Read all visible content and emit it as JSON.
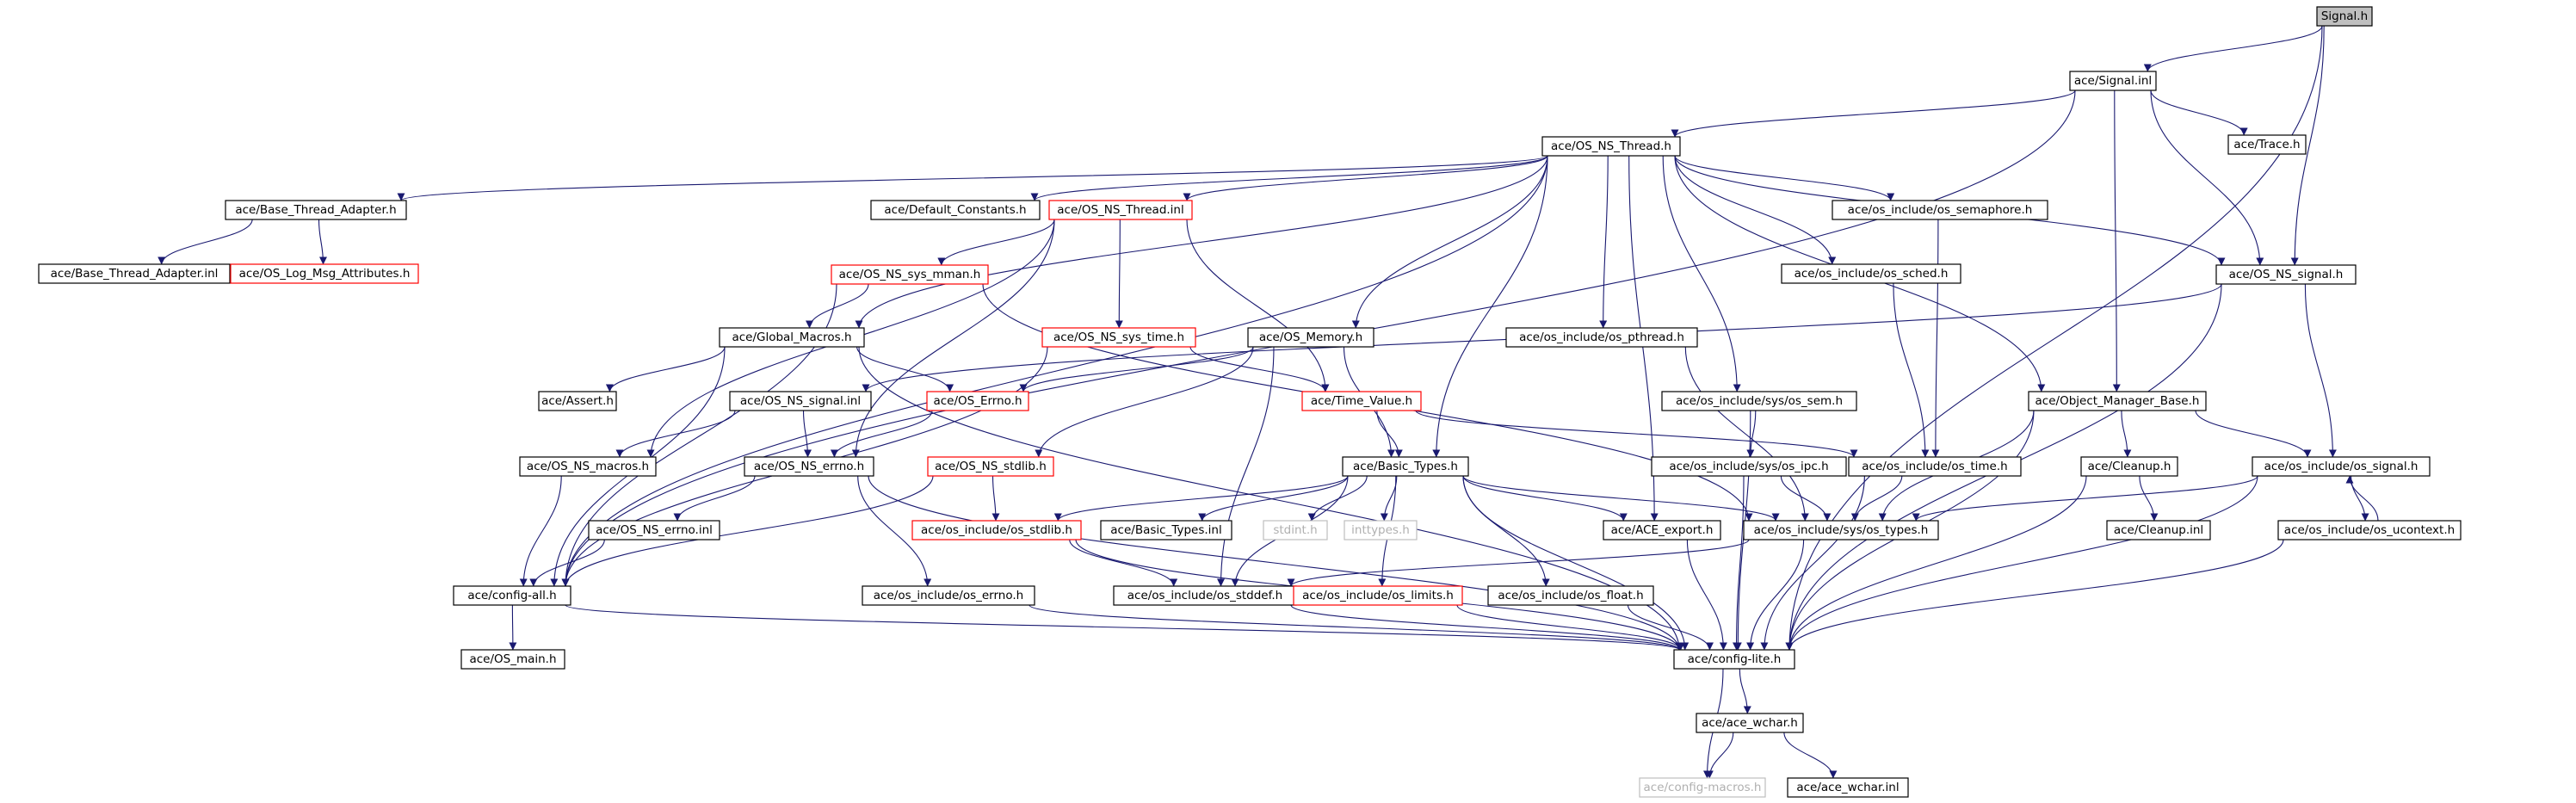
{
  "colors": {
    "edge": "#191970",
    "normal_border": "#000000",
    "documented_incomplete_border": "#ff0000",
    "undocumented_border": "#bfbfbf",
    "root_fill": "#bfbfbf",
    "fill": "#ffffff"
  },
  "nodes": [
    {
      "id": "signal_h",
      "label": "Signal.h",
      "kind": "root"
    },
    {
      "id": "signal_inl",
      "label": "ace/Signal.inl",
      "kind": "normal"
    },
    {
      "id": "os_ns_thread_h",
      "label": "ace/OS_NS_Thread.h",
      "kind": "normal"
    },
    {
      "id": "trace_h",
      "label": "ace/Trace.h",
      "kind": "normal"
    },
    {
      "id": "base_thread_adapter_h",
      "label": "ace/Base_Thread_Adapter.h",
      "kind": "normal"
    },
    {
      "id": "default_constants_h",
      "label": "ace/Default_Constants.h",
      "kind": "normal"
    },
    {
      "id": "os_ns_thread_inl",
      "label": "ace/OS_NS_Thread.inl",
      "kind": "red"
    },
    {
      "id": "os_semaphore_h",
      "label": "ace/os_include/os_semaphore.h",
      "kind": "normal"
    },
    {
      "id": "base_thread_adapter_inl",
      "label": "ace/Base_Thread_Adapter.inl",
      "kind": "normal"
    },
    {
      "id": "os_log_msg_attributes_h",
      "label": "ace/OS_Log_Msg_Attributes.h",
      "kind": "red"
    },
    {
      "id": "os_ns_sys_mman_h",
      "label": "ace/OS_NS_sys_mman.h",
      "kind": "red"
    },
    {
      "id": "os_sched_h",
      "label": "ace/os_include/os_sched.h",
      "kind": "normal"
    },
    {
      "id": "os_ns_signal_h",
      "label": "ace/OS_NS_signal.h",
      "kind": "normal"
    },
    {
      "id": "global_macros_h",
      "label": "ace/Global_Macros.h",
      "kind": "normal"
    },
    {
      "id": "os_ns_sys_time_h",
      "label": "ace/OS_NS_sys_time.h",
      "kind": "red"
    },
    {
      "id": "os_memory_h",
      "label": "ace/OS_Memory.h",
      "kind": "normal"
    },
    {
      "id": "os_pthread_h",
      "label": "ace/os_include/os_pthread.h",
      "kind": "normal"
    },
    {
      "id": "assert_h",
      "label": "ace/Assert.h",
      "kind": "normal"
    },
    {
      "id": "os_ns_signal_inl",
      "label": "ace/OS_NS_signal.inl",
      "kind": "normal"
    },
    {
      "id": "os_errno_h_ace",
      "label": "ace/OS_Errno.h",
      "kind": "red"
    },
    {
      "id": "time_value_h",
      "label": "ace/Time_Value.h",
      "kind": "red"
    },
    {
      "id": "sys_os_sem_h",
      "label": "ace/os_include/sys/os_sem.h",
      "kind": "normal"
    },
    {
      "id": "object_manager_base_h",
      "label": "ace/Object_Manager_Base.h",
      "kind": "normal"
    },
    {
      "id": "os_ns_macros_h",
      "label": "ace/OS_NS_macros.h",
      "kind": "normal"
    },
    {
      "id": "os_ns_errno_h",
      "label": "ace/OS_NS_errno.h",
      "kind": "normal"
    },
    {
      "id": "os_ns_stdlib_h",
      "label": "ace/OS_NS_stdlib.h",
      "kind": "red"
    },
    {
      "id": "basic_types_h",
      "label": "ace/Basic_Types.h",
      "kind": "normal"
    },
    {
      "id": "sys_os_ipc_h",
      "label": "ace/os_include/sys/os_ipc.h",
      "kind": "normal"
    },
    {
      "id": "os_time_h",
      "label": "ace/os_include/os_time.h",
      "kind": "normal"
    },
    {
      "id": "cleanup_h",
      "label": "ace/Cleanup.h",
      "kind": "normal"
    },
    {
      "id": "os_signal_h",
      "label": "ace/os_include/os_signal.h",
      "kind": "normal"
    },
    {
      "id": "os_ns_errno_inl",
      "label": "ace/OS_NS_errno.inl",
      "kind": "normal"
    },
    {
      "id": "os_stdlib_h",
      "label": "ace/os_include/os_stdlib.h",
      "kind": "red"
    },
    {
      "id": "basic_types_inl",
      "label": "ace/Basic_Types.inl",
      "kind": "normal"
    },
    {
      "id": "stdint_h",
      "label": "stdint.h",
      "kind": "gray"
    },
    {
      "id": "inttypes_h",
      "label": "inttypes.h",
      "kind": "gray"
    },
    {
      "id": "ace_export_h",
      "label": "ace/ACE_export.h",
      "kind": "normal"
    },
    {
      "id": "sys_os_types_h",
      "label": "ace/os_include/sys/os_types.h",
      "kind": "normal"
    },
    {
      "id": "cleanup_inl",
      "label": "ace/Cleanup.inl",
      "kind": "normal"
    },
    {
      "id": "os_ucontext_h",
      "label": "ace/os_include/os_ucontext.h",
      "kind": "normal"
    },
    {
      "id": "config_all_h",
      "label": "ace/config-all.h",
      "kind": "normal"
    },
    {
      "id": "os_errno_h_inc",
      "label": "ace/os_include/os_errno.h",
      "kind": "normal"
    },
    {
      "id": "os_stddef_h",
      "label": "ace/os_include/os_stddef.h",
      "kind": "normal"
    },
    {
      "id": "os_limits_h",
      "label": "ace/os_include/os_limits.h",
      "kind": "red"
    },
    {
      "id": "os_float_h",
      "label": "ace/os_include/os_float.h",
      "kind": "normal"
    },
    {
      "id": "os_main_h",
      "label": "ace/OS_main.h",
      "kind": "normal"
    },
    {
      "id": "config_lite_h",
      "label": "ace/config-lite.h",
      "kind": "normal"
    },
    {
      "id": "ace_wchar_h",
      "label": "ace/ace_wchar.h",
      "kind": "normal"
    },
    {
      "id": "config_macros_h",
      "label": "ace/config-macros.h",
      "kind": "gray"
    },
    {
      "id": "ace_wchar_inl",
      "label": "ace/ace_wchar.inl",
      "kind": "normal"
    }
  ],
  "edges": [
    [
      "signal_h",
      "signal_inl"
    ],
    [
      "signal_h",
      "os_ns_signal_h"
    ],
    [
      "signal_h",
      "config_lite_h"
    ],
    [
      "signal_inl",
      "os_ns_thread_h"
    ],
    [
      "signal_inl",
      "trace_h"
    ],
    [
      "signal_inl",
      "os_ns_signal_h"
    ],
    [
      "signal_inl",
      "object_manager_base_h"
    ],
    [
      "signal_inl",
      "config_all_h"
    ],
    [
      "os_ns_thread_h",
      "base_thread_adapter_h"
    ],
    [
      "os_ns_thread_h",
      "default_constants_h"
    ],
    [
      "os_ns_thread_h",
      "os_ns_thread_inl"
    ],
    [
      "os_ns_thread_h",
      "os_semaphore_h"
    ],
    [
      "os_ns_thread_h",
      "os_sched_h"
    ],
    [
      "os_ns_thread_h",
      "os_ns_signal_h"
    ],
    [
      "os_ns_thread_h",
      "global_macros_h"
    ],
    [
      "os_ns_thread_h",
      "os_memory_h"
    ],
    [
      "os_ns_thread_h",
      "os_pthread_h"
    ],
    [
      "os_ns_thread_h",
      "sys_os_sem_h"
    ],
    [
      "os_ns_thread_h",
      "object_manager_base_h"
    ],
    [
      "os_ns_thread_h",
      "basic_types_h"
    ],
    [
      "os_ns_thread_h",
      "ace_export_h"
    ],
    [
      "os_ns_thread_h",
      "config_all_h"
    ],
    [
      "base_thread_adapter_h",
      "base_thread_adapter_inl"
    ],
    [
      "base_thread_adapter_h",
      "os_log_msg_attributes_h"
    ],
    [
      "os_ns_thread_inl",
      "os_ns_sys_mman_h"
    ],
    [
      "os_ns_thread_inl",
      "os_ns_sys_time_h"
    ],
    [
      "os_ns_thread_inl",
      "time_value_h"
    ],
    [
      "os_ns_thread_inl",
      "os_ns_errno_h"
    ],
    [
      "os_ns_thread_inl",
      "os_ns_macros_h"
    ],
    [
      "os_semaphore_h",
      "os_time_h"
    ],
    [
      "os_ns_sys_mman_h",
      "global_macros_h"
    ],
    [
      "os_ns_sys_mman_h",
      "config_all_h"
    ],
    [
      "os_ns_sys_mman_h",
      "sys_os_types_h"
    ],
    [
      "os_sched_h",
      "os_time_h"
    ],
    [
      "os_ns_signal_h",
      "os_ns_signal_inl"
    ],
    [
      "os_ns_signal_h",
      "os_signal_h"
    ],
    [
      "os_ns_signal_h",
      "config_lite_h"
    ],
    [
      "global_macros_h",
      "assert_h"
    ],
    [
      "global_macros_h",
      "os_errno_h_ace"
    ],
    [
      "global_macros_h",
      "config_all_h"
    ],
    [
      "global_macros_h",
      "config_lite_h"
    ],
    [
      "os_ns_sys_time_h",
      "time_value_h"
    ],
    [
      "os_ns_sys_time_h",
      "config_all_h"
    ],
    [
      "os_memory_h",
      "os_errno_h_ace"
    ],
    [
      "os_memory_h",
      "os_ns_stdlib_h"
    ],
    [
      "os_memory_h",
      "basic_types_h"
    ],
    [
      "os_memory_h",
      "os_stddef_h"
    ],
    [
      "os_pthread_h",
      "sys_os_types_h"
    ],
    [
      "os_ns_signal_inl",
      "os_ns_errno_h"
    ],
    [
      "os_ns_signal_inl",
      "os_ns_macros_h"
    ],
    [
      "os_errno_h_ace",
      "os_ns_errno_h"
    ],
    [
      "time_value_h",
      "basic_types_h"
    ],
    [
      "time_value_h",
      "os_time_h"
    ],
    [
      "sys_os_sem_h",
      "sys_os_ipc_h"
    ],
    [
      "sys_os_sem_h",
      "config_lite_h"
    ],
    [
      "object_manager_base_h",
      "cleanup_h"
    ],
    [
      "object_manager_base_h",
      "os_signal_h"
    ],
    [
      "object_manager_base_h",
      "sys_os_types_h"
    ],
    [
      "object_manager_base_h",
      "config_lite_h"
    ],
    [
      "os_ns_macros_h",
      "config_all_h"
    ],
    [
      "os_ns_errno_h",
      "os_ns_errno_inl"
    ],
    [
      "os_ns_errno_h",
      "os_errno_h_inc"
    ],
    [
      "os_ns_errno_h",
      "config_lite_h"
    ],
    [
      "os_ns_stdlib_h",
      "os_stdlib_h"
    ],
    [
      "os_ns_stdlib_h",
      "config_all_h"
    ],
    [
      "basic_types_h",
      "os_stdlib_h"
    ],
    [
      "basic_types_h",
      "basic_types_inl"
    ],
    [
      "basic_types_h",
      "stdint_h"
    ],
    [
      "basic_types_h",
      "inttypes_h"
    ],
    [
      "basic_types_h",
      "ace_export_h"
    ],
    [
      "basic_types_h",
      "sys_os_types_h"
    ],
    [
      "basic_types_h",
      "os_stddef_h"
    ],
    [
      "basic_types_h",
      "os_limits_h"
    ],
    [
      "basic_types_h",
      "os_float_h"
    ],
    [
      "basic_types_h",
      "config_lite_h"
    ],
    [
      "sys_os_ipc_h",
      "sys_os_types_h"
    ],
    [
      "sys_os_ipc_h",
      "config_lite_h"
    ],
    [
      "os_time_h",
      "sys_os_types_h"
    ],
    [
      "os_time_h",
      "config_lite_h"
    ],
    [
      "cleanup_h",
      "cleanup_inl"
    ],
    [
      "cleanup_h",
      "config_lite_h"
    ],
    [
      "os_signal_h",
      "os_ucontext_h"
    ],
    [
      "os_signal_h",
      "sys_os_types_h"
    ],
    [
      "os_signal_h",
      "config_lite_h"
    ],
    [
      "os_ns_errno_inl",
      "config_all_h"
    ],
    [
      "os_stdlib_h",
      "os_stddef_h"
    ],
    [
      "os_stdlib_h",
      "config_lite_h"
    ],
    [
      "ace_export_h",
      "config_lite_h"
    ],
    [
      "sys_os_types_h",
      "os_stddef_h"
    ],
    [
      "sys_os_types_h",
      "config_lite_h"
    ],
    [
      "os_ucontext_h",
      "os_signal_h"
    ],
    [
      "os_ucontext_h",
      "config_lite_h"
    ],
    [
      "config_all_h",
      "os_main_h"
    ],
    [
      "config_all_h",
      "config_lite_h"
    ],
    [
      "os_errno_h_inc",
      "config_lite_h"
    ],
    [
      "os_stddef_h",
      "config_lite_h"
    ],
    [
      "os_limits_h",
      "config_lite_h"
    ],
    [
      "os_float_h",
      "config_lite_h"
    ],
    [
      "config_lite_h",
      "ace_wchar_h"
    ],
    [
      "config_lite_h",
      "config_macros_h"
    ],
    [
      "ace_wchar_h",
      "config_macros_h"
    ],
    [
      "ace_wchar_h",
      "ace_wchar_inl"
    ]
  ]
}
